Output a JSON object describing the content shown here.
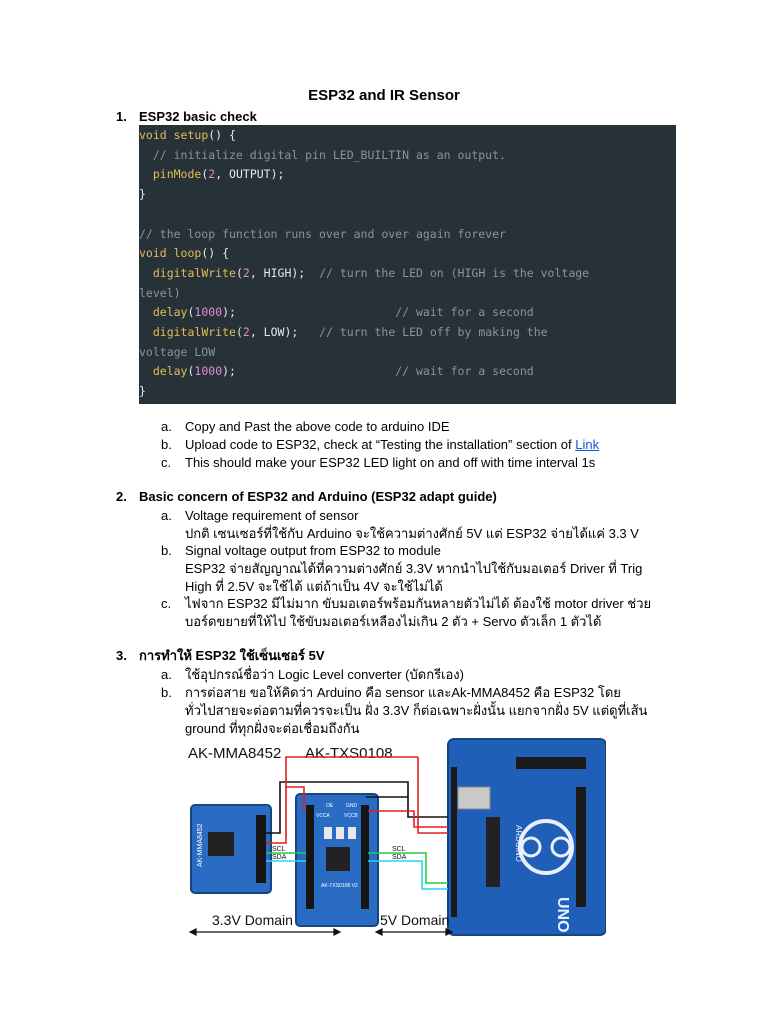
{
  "title": "ESP32 and IR Sensor",
  "sections": [
    {
      "num": "1.",
      "heading": "ESP32 basic check",
      "code": [
        [
          [
            "kw",
            "void "
          ],
          [
            "fn",
            "setup"
          ],
          [
            "pl",
            "() {"
          ]
        ],
        [
          [
            "cm",
            "  // initialize digital pin LED_BUILTIN as an output."
          ]
        ],
        [
          [
            "pl",
            "  "
          ],
          [
            "fn",
            "pinMode"
          ],
          [
            "pl",
            "("
          ],
          [
            "num",
            "2"
          ],
          [
            "pl",
            ", OUTPUT);"
          ]
        ],
        [
          [
            "pl",
            "}"
          ]
        ],
        [
          [
            "pl",
            ""
          ]
        ],
        [
          [
            "cm",
            "// the loop function runs over and over again forever"
          ]
        ],
        [
          [
            "kw",
            "void "
          ],
          [
            "fn",
            "loop"
          ],
          [
            "pl",
            "() {"
          ]
        ],
        [
          [
            "pl",
            "  "
          ],
          [
            "fn",
            "digitalWrite"
          ],
          [
            "pl",
            "("
          ],
          [
            "num",
            "2"
          ],
          [
            "pl",
            ", HIGH);  "
          ],
          [
            "cm",
            "// turn the LED on (HIGH is the voltage"
          ]
        ],
        [
          [
            "cm",
            "level)"
          ]
        ],
        [
          [
            "pl",
            "  "
          ],
          [
            "fn",
            "delay"
          ],
          [
            "pl",
            "("
          ],
          [
            "num",
            "1000"
          ],
          [
            "pl",
            ");                       "
          ],
          [
            "cm",
            "// wait for a second"
          ]
        ],
        [
          [
            "pl",
            "  "
          ],
          [
            "fn",
            "digitalWrite"
          ],
          [
            "pl",
            "("
          ],
          [
            "num",
            "2"
          ],
          [
            "pl",
            ", LOW);   "
          ],
          [
            "cm",
            "// turn the LED off by making the"
          ]
        ],
        [
          [
            "cm",
            "voltage LOW"
          ]
        ],
        [
          [
            "pl",
            "  "
          ],
          [
            "fn",
            "delay"
          ],
          [
            "pl",
            "("
          ],
          [
            "num",
            "1000"
          ],
          [
            "pl",
            ");                       "
          ],
          [
            "cm",
            "// wait for a second"
          ]
        ],
        [
          [
            "pl",
            "}"
          ]
        ]
      ],
      "items": {
        "a": "Copy and Past the above code to arduino IDE",
        "b_prefix": "Upload code to ESP32, check at “Testing the installation” section of ",
        "b_link": "Link",
        "c": "This should make your ESP32 LED light on and off with time interval 1s"
      }
    },
    {
      "num": "2.",
      "heading": "Basic concern of ESP32 and Arduino (ESP32 adapt guide)",
      "items": {
        "a": "Voltage requirement of sensor",
        "a_sub": "ปกติ เซนเซอร์ที่ใช้กับ Arduino จะใช้ความต่างศักย์ 5V แต่ ESP32 จ่ายได้แค่ 3.3 V",
        "b": "Signal voltage output from ESP32 to module",
        "b_sub1": "ESP32 จ่ายสัญญาณได้ที่ความต่างศักย์ 3.3V หากนำไปใช้กับมอเตอร์ Driver ที่ Trig",
        "b_sub2": "High ที่ 2.5V จะใช้ได้ แต่ถ้าเป็น 4V จะใช้ไม่ได้",
        "c1": "ไฟจาก ESP32 มีไม่มาก ขับมอเตอร์พร้อมกันหลายตัวไม่ได้ ต้องใช้ motor driver ช่วย",
        "c2": "บอร์ดขยายที่ให้ไป ใช้ขับมอเตอร์เหลืองไม่เกิน 2 ตัว + Servo ตัวเล็ก 1 ตัวได้"
      }
    },
    {
      "num": "3.",
      "heading": "การทำให้ ESP32 ใช้เซ็นเซอร์ 5V",
      "items": {
        "a": "ใช้อุปกรณ์ชื่อว่า Logic Level converter (บัดกรีเอง)",
        "b1": "การต่อสาย ขอให้คิดว่า Arduino คือ sensor และAk-MMA8452 คือ ESP32 โดย",
        "b2": "ทั่วไปสายจะต่อตามที่ควรจะเป็น ฝั่ง 3.3V ก็ต่อเฉพาะฝั่งนั้น แยกจากฝั่ง 5V แต่ดูที่เส้น",
        "b3": "ground ที่ทุกฝั่งจะต่อเชื่อมถึงกัน"
      }
    }
  ],
  "letters": {
    "a": "a.",
    "b": "b.",
    "c": "c."
  },
  "diagram": {
    "label_left": "AK-MMA8452",
    "label_mid": "AK-TXS0108",
    "domain_left": "3.3V Domain",
    "domain_right": "5V Domain",
    "scl": "SCL",
    "sda": "SDA",
    "gnd": "GND",
    "vcca": "VCCA",
    "vccb": "VCCB",
    "oe": "OE",
    "chip_a": "AK-MMA8452",
    "chip_b": "AK-TXS0108 V2",
    "uno": "UNO",
    "arduino": "ARDUINO",
    "colors": {
      "red": "#e02020",
      "black": "#111111",
      "green": "#22cc44",
      "cyan": "#22d8ee",
      "board_blue": "#1f5fb8",
      "board_dark": "#16467f"
    }
  }
}
